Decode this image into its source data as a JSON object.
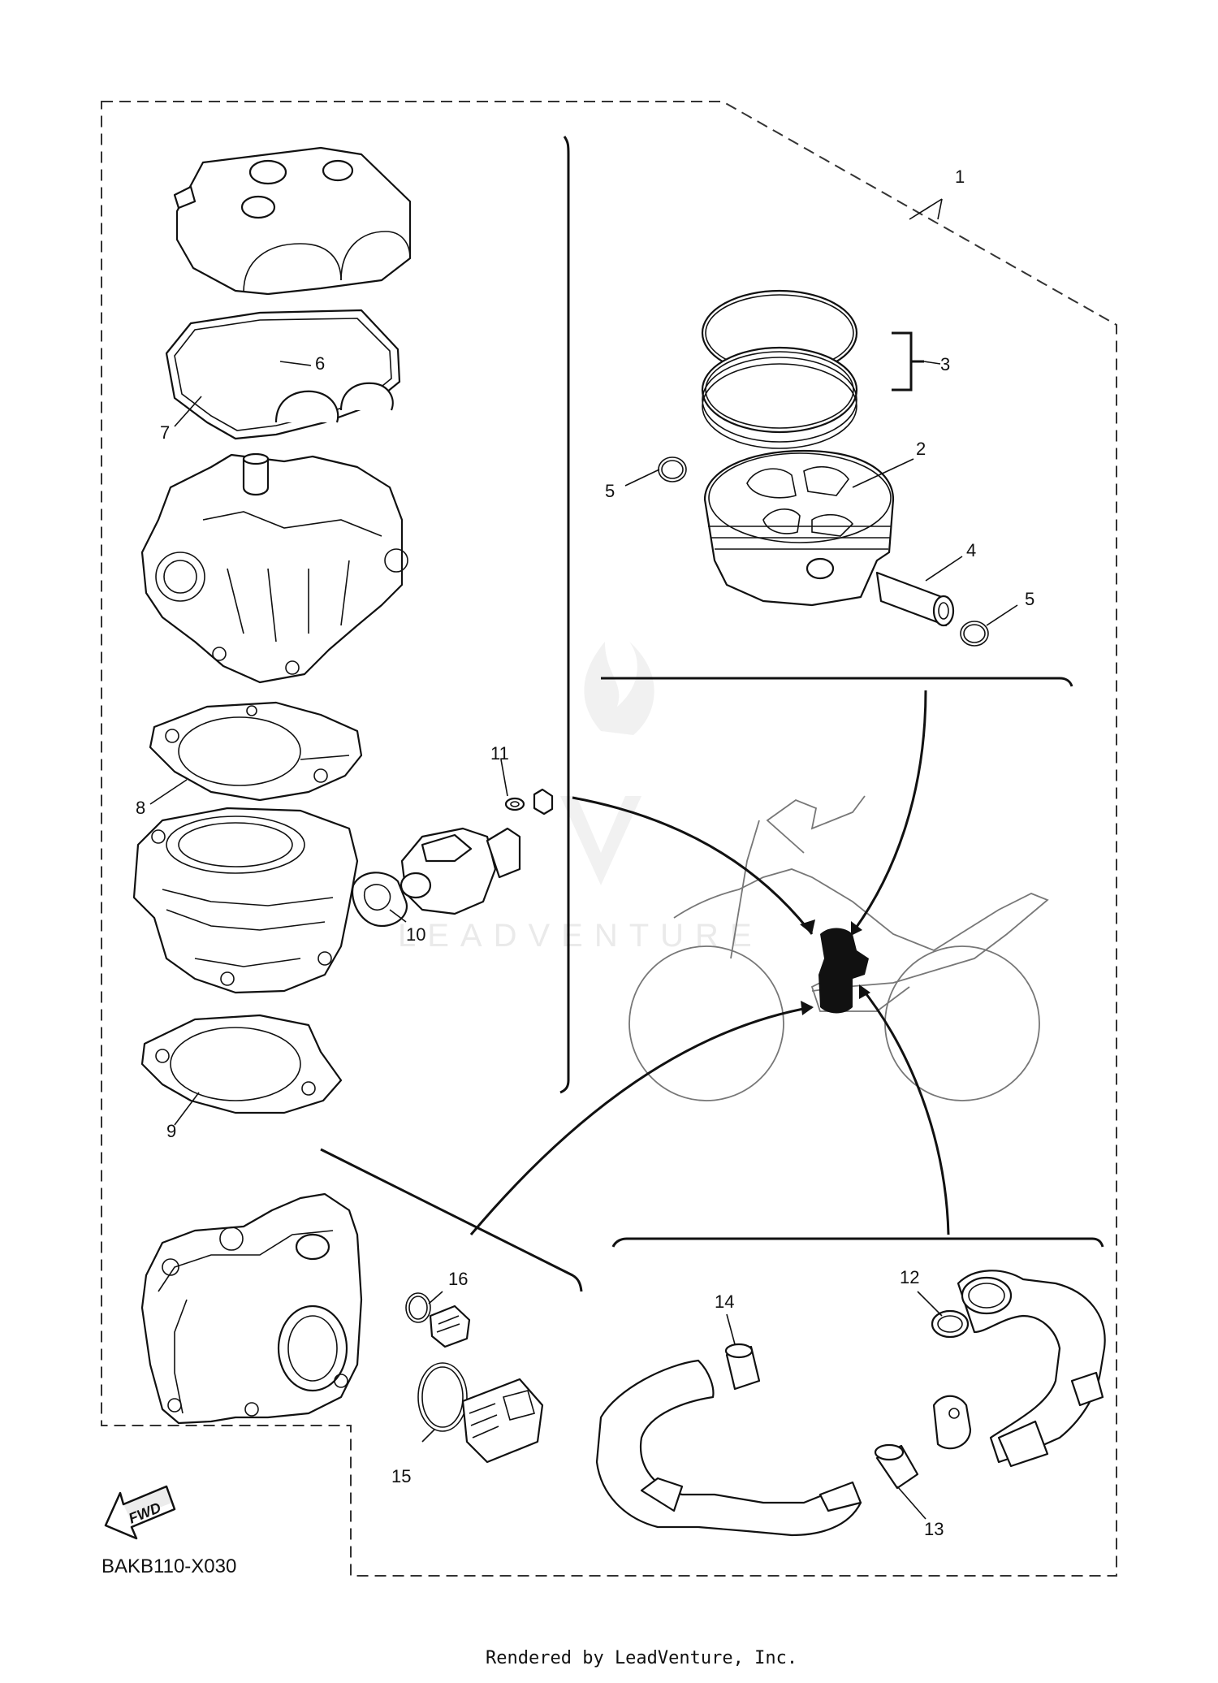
{
  "diagram_code": "BAKB110-X030",
  "rendered_by": "Rendered by LeadVenture, Inc.",
  "watermark": "LEADVENTURE",
  "fwd_label": "FWD",
  "callouts": {
    "c1": "1",
    "c2": "2",
    "c3": "3",
    "c4": "4",
    "c5a": "5",
    "c5b": "5",
    "c6": "6",
    "c7": "7",
    "c8": "8",
    "c9": "9",
    "c10": "10",
    "c11": "11",
    "c12": "12",
    "c13": "13",
    "c14": "14",
    "c15": "15",
    "c16": "16"
  }
}
